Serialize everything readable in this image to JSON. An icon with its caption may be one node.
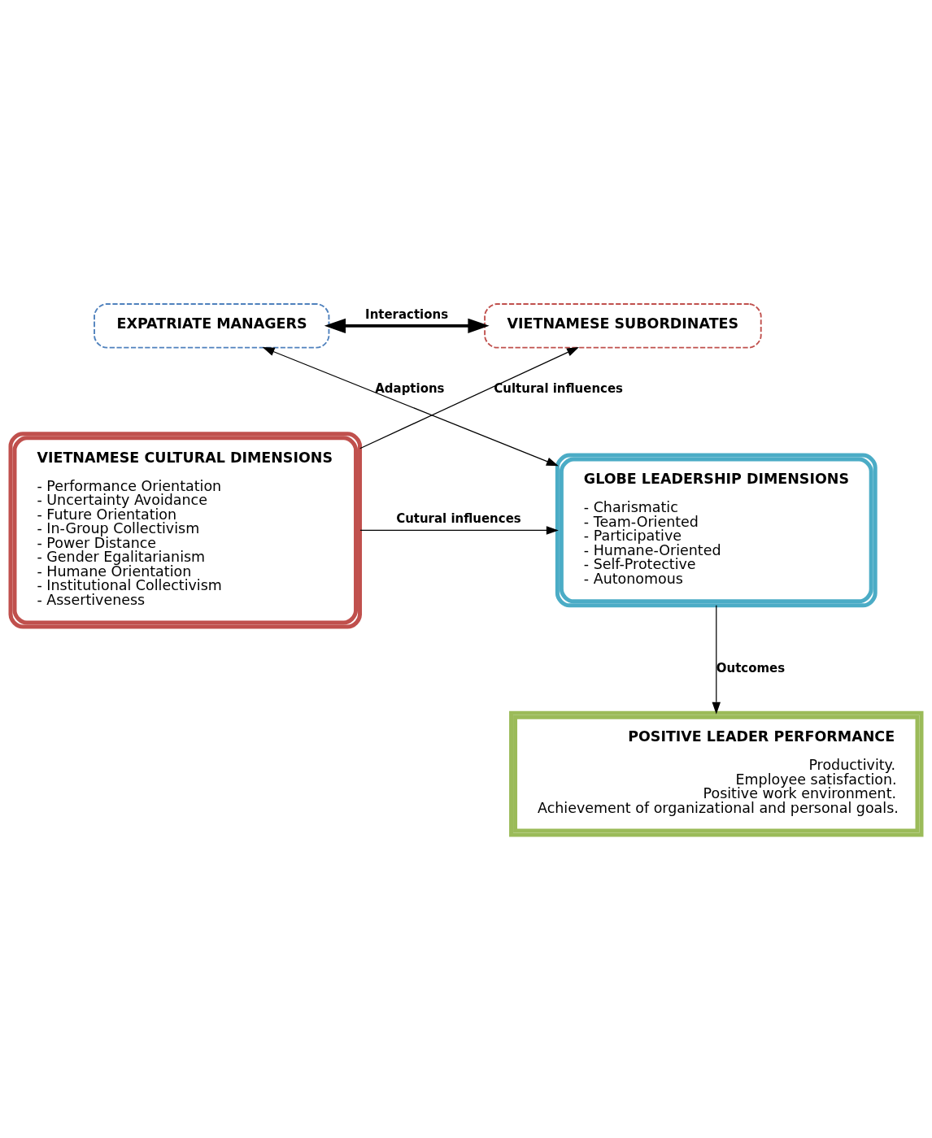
{
  "diagram": {
    "nodes": [
      {
        "text": [
          "EXPATRIATE MANAGERS"
        ]
      },
      {
        "text": [
          "VIETNAMESE SUBORDINATES"
        ]
      },
      {
        "text": [
          "GLOBE LEADERSHIP DIMENSIONS",
          "- Charismatic",
          "- Team-Oriented",
          "- Participative",
          "- Humane-Oriented",
          "- Self-Protective",
          "- Autonomous"
        ]
      },
      {
        "text": [
          "VIETNAMESE CULTURAL DIMENSIONS",
          "- Performance Orientation",
          "- Uncertainty Avoidance",
          "- Future Orientation",
          "- In-Group Collectivism",
          "- Power Distance",
          "- Gender Egalitarianism",
          "- Humane Orientation",
          "- Institutional Collectivism",
          "- Assertiveness"
        ]
      },
      {
        "text": [
          "POSITIVE LEADER PERFORMANCE",
          "Productivity.",
          "Employee satisfaction.",
          "Positive work environment.",
          "Achievement of organizational and personal goals."
        ]
      }
    ],
    "edges": [
      {
        "from": 0,
        "to": 1,
        "arrow": "both",
        "label": "Interactions",
        "style": "thick"
      },
      {
        "from": 0,
        "to": 2,
        "arrow": "both",
        "label": "Adaptions"
      },
      {
        "from": 3,
        "to": 1,
        "arrow": "to",
        "label": "Cultural influences"
      },
      {
        "from": 3,
        "to": 2,
        "arrow": "to",
        "label": "Cutural influences"
      },
      {
        "from": 2,
        "to": 4,
        "arrow": "to",
        "label": "Outcomes"
      }
    ]
  }
}
